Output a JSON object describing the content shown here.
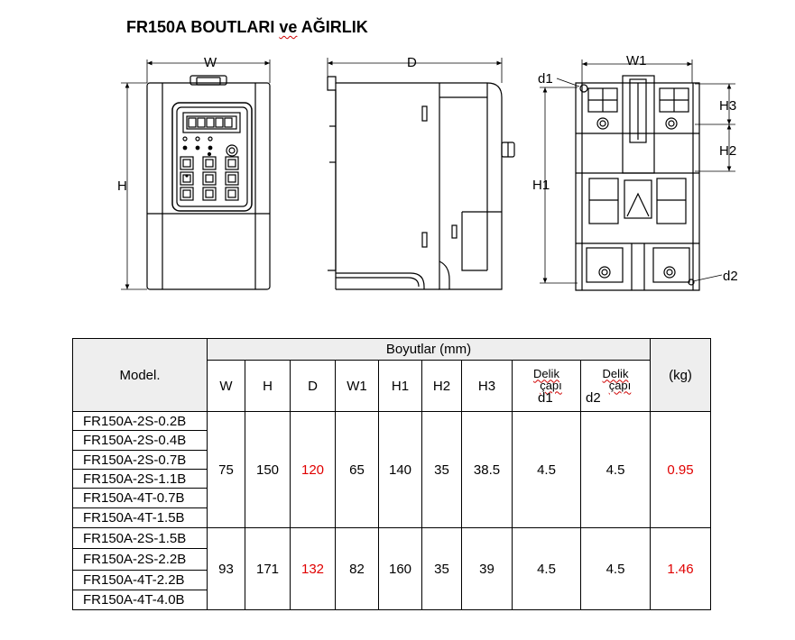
{
  "title": {
    "main": "FR150A BOUTLARI",
    "conj": "ve",
    "end": "AĞIRLIK"
  },
  "drawing": {
    "front": {
      "w_label": "W",
      "h_label": "H"
    },
    "side": {
      "d_label": "D"
    },
    "rear": {
      "w1_label": "W1",
      "h1_label": "H1",
      "h2_label": "H2",
      "h3_label": "H3",
      "d1_label": "d1",
      "d2_label": "d2"
    }
  },
  "table": {
    "model_header": "Model.",
    "group_header": "Boyutlar (mm)",
    "cols": {
      "W": "W",
      "H": "H",
      "D": "D",
      "W1": "W1",
      "H1": "H1",
      "H2": "H2",
      "H3": "H3"
    },
    "hole1": {
      "word": "Delik",
      "cap": "çapı",
      "name": "d1"
    },
    "hole2": {
      "word": "Delik",
      "cap": "çapı",
      "name": "d2"
    },
    "weight_header": "(kg)",
    "groups": [
      {
        "models": [
          "FR150A-2S-0.2B",
          "FR150A-2S-0.4B",
          "FR150A-2S-0.7B",
          "FR150A-2S-1.1B",
          "FR150A-4T-0.7B",
          "FR150A-4T-1.5B"
        ],
        "W": "75",
        "H": "150",
        "D": "120",
        "W1": "65",
        "H1": "140",
        "H2": "35",
        "H3": "38.5",
        "d1": "4.5",
        "d2": "4.5",
        "kg": "0.95"
      },
      {
        "models": [
          "FR150A-2S-1.5B",
          "FR150A-2S-2.2B",
          "FR150A-4T-2.2B",
          "FR150A-4T-4.0B"
        ],
        "W": "93",
        "H": "171",
        "D": "132",
        "W1": "82",
        "H1": "160",
        "H2": "35",
        "H3": "39",
        "d1": "4.5",
        "d2": "4.5",
        "kg": "1.46"
      }
    ]
  },
  "colors": {
    "highlight": "#e00000",
    "header_bg": "#eeeeee",
    "spell_underline": "#d00000"
  }
}
